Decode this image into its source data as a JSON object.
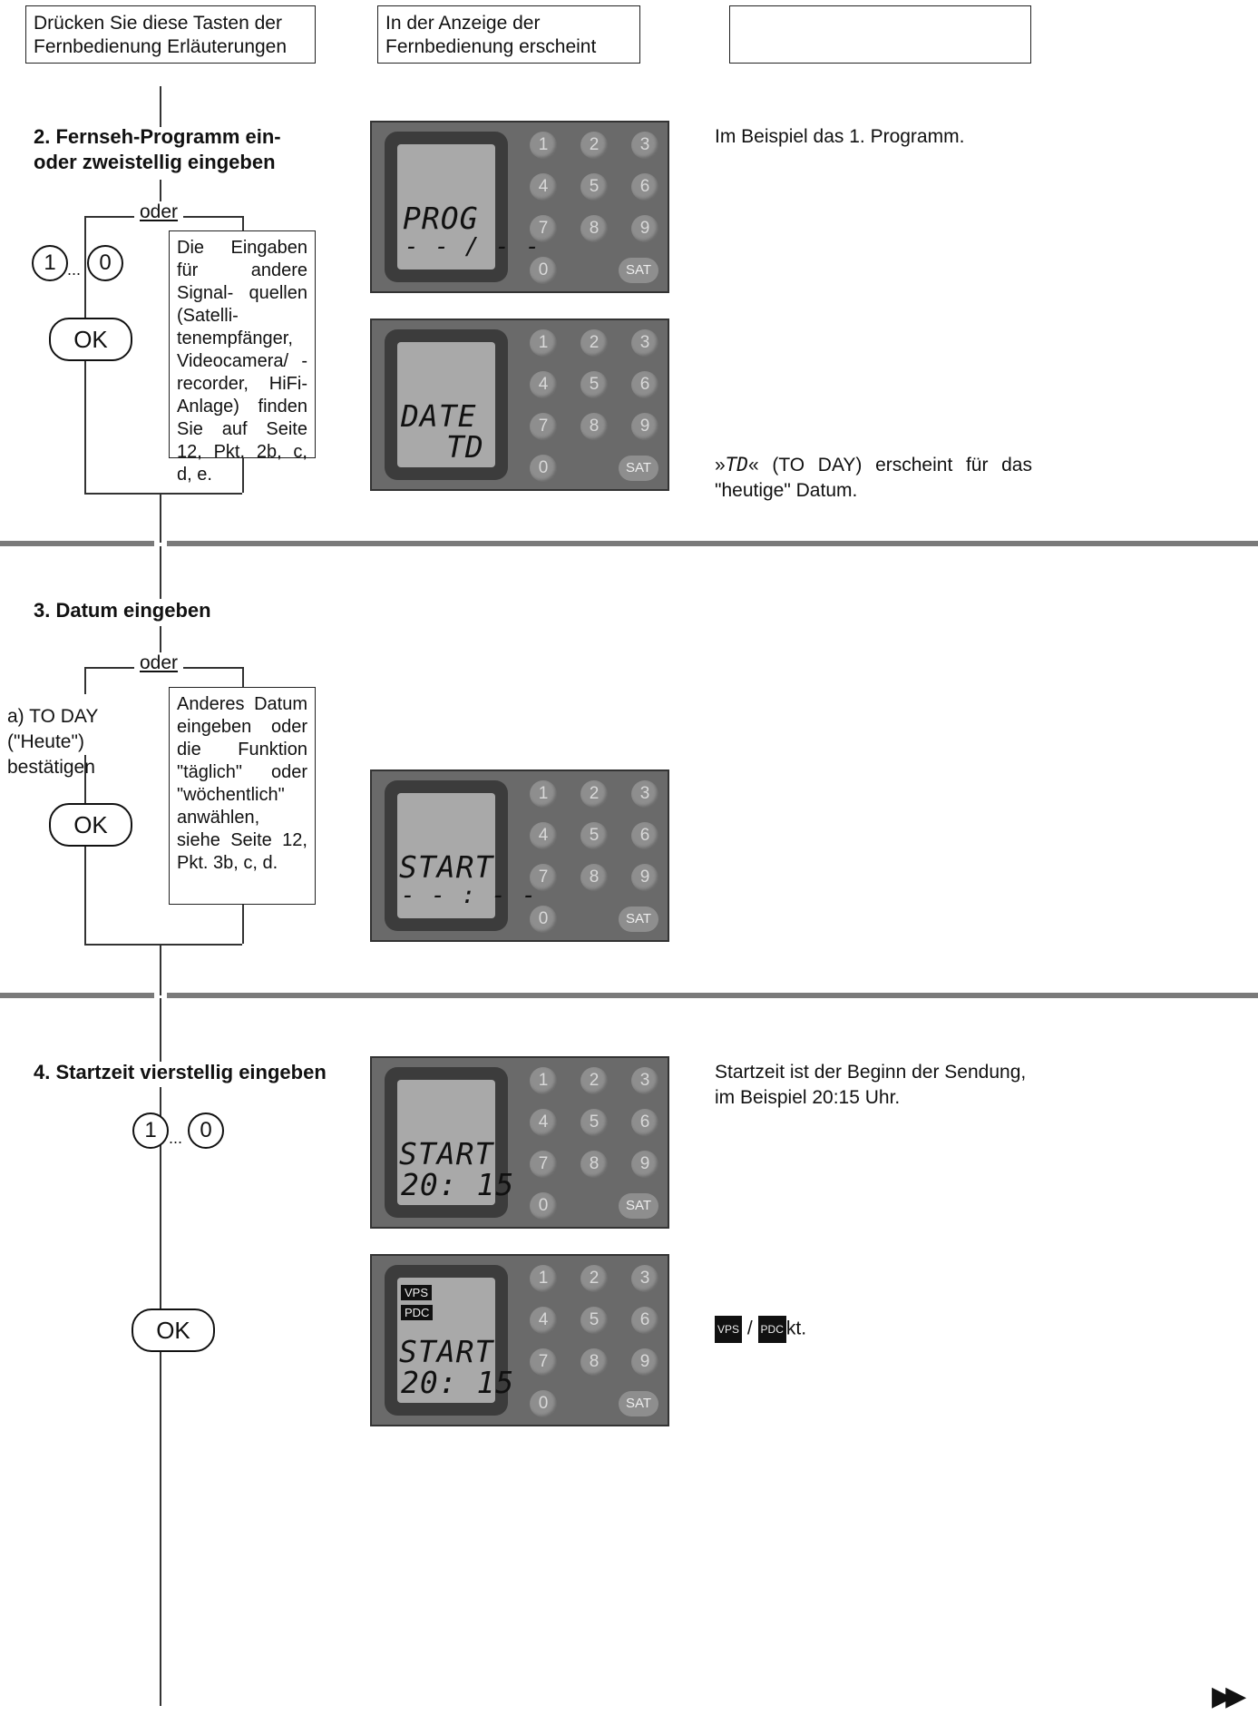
{
  "headers": {
    "col1": "Drücken Sie diese Tasten der Fernbedienung Erläuterungen",
    "col2": "In der Anzeige der Fernbedienung erscheint",
    "col3": ""
  },
  "step2": {
    "title": "2. Fernseh-Programm ein- oder zweistellig eingeben",
    "oder": "oder",
    "note": "Die Eingaben für andere Signal- quellen (Satelli- tenempfänger, Videocamera/ -recorder, HiFi- Anlage) finden Sie auf Seite 12, Pkt. 2b, c, d, e.",
    "right_text": "Im Beispiel das 1. Programm.",
    "right_text2_mark": "TD",
    "right_text2": "« (TO DAY) erscheint für das \"heutige\" Datum.",
    "right_text2_prefix": "»"
  },
  "step3": {
    "title": "3. Datum eingeben",
    "oder": "oder",
    "option_a": "a) TO DAY (\"Heute\") bestätigen",
    "note": "Anderes Datum eingeben oder die Funktion \"täglich\" oder \"wöchentlich\" anwählen, siehe Seite 12, Pkt. 3b, c, d."
  },
  "step4": {
    "title": "4. Startzeit vierstellig eingeben",
    "right_text": "Startzeit ist der Beginn der Sendung, im Beispiel 20:15 Uhr.",
    "right_text2": "kt.",
    "tag_vps": "VPS",
    "tag_pdc": "PDC",
    "slash": " / "
  },
  "buttons": {
    "one": "1",
    "zero": "0",
    "dots": "...",
    "ok": "OK"
  },
  "remote_keys": [
    "1",
    "2",
    "3",
    "4",
    "5",
    "6",
    "7",
    "8",
    "9",
    "0"
  ],
  "remote_sat": "SAT",
  "displays": {
    "d1_line1": "PROG",
    "d1_line2": "- - / - -",
    "d2_line1": "DATE",
    "d2_line2": "TD",
    "d3_line1": "START",
    "d3_line2": "- - : - -",
    "d4_line1": "START",
    "d4_line2": "20: 15",
    "d5_line1": "START",
    "d5_line2": "20: 15",
    "d5_tag1": "VPS",
    "d5_tag2": "PDC"
  },
  "footer_arrow": "▶▶"
}
